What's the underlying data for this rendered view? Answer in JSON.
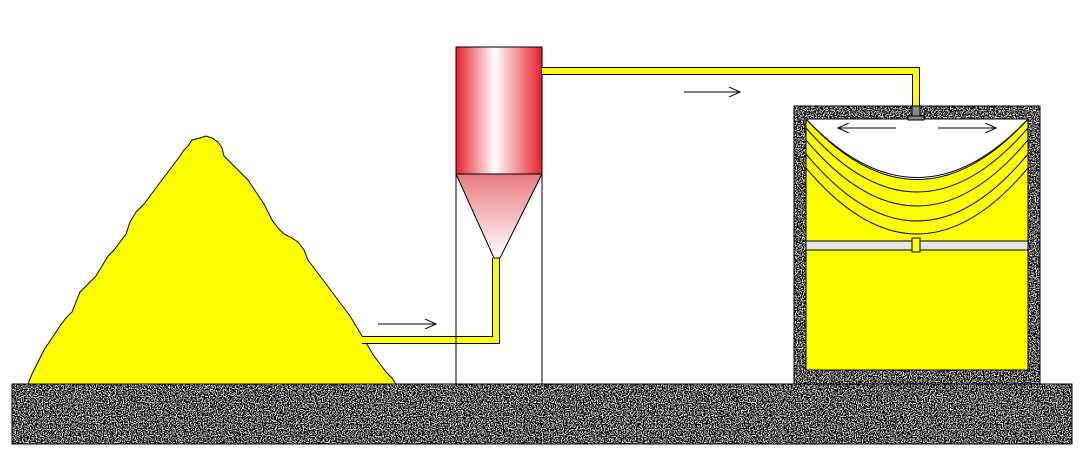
{
  "colors": {
    "background": "#ffffff",
    "material": "#ffff00",
    "outline": "#000000",
    "silo_red": "#e8202a",
    "silo_white": "#ffffff",
    "ground_fill": "#e6e6e6",
    "nozzle": "#8a8a8a"
  },
  "components": {
    "material_pile": "material-pile",
    "cyclone_silo": "cyclone-silo",
    "storage_bin": "storage-bin",
    "ground_slab": "ground-slab",
    "transfer_pipes": "conveying-pipes",
    "spray_nozzle": "nozzle"
  },
  "arrows": {
    "pile_to_silo": "flow-arrow-right",
    "silo_to_bin": "flow-arrow-right",
    "bin_spread_left": "flow-arrow-left",
    "bin_spread_right": "flow-arrow-right"
  },
  "storage_bin": {
    "curved_layers": 4
  }
}
